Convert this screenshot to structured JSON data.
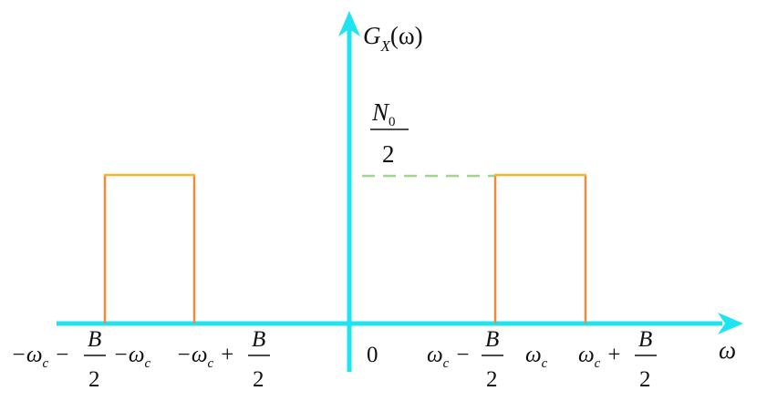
{
  "colors": {
    "axis": "#1ee3f0",
    "side": "#f08a3c",
    "top": "#f7b52a",
    "dashed": "#9fd68a"
  },
  "axis_labels": {
    "y_main": "G",
    "y_sub": "X",
    "y_arg": "(ω)",
    "x": "ω",
    "origin": "0"
  },
  "level": {
    "numerator_main": "N",
    "numerator_sub": "0",
    "denominator": "2"
  },
  "tick_labels": {
    "t1_pre": "−ω",
    "t1_sub": "c",
    "t1_op": "−",
    "t1_num": "B",
    "t1_den": "2",
    "t2_pre": "−ω",
    "t2_sub": "c",
    "t3_pre": "−ω",
    "t3_sub": "c",
    "t3_op": "+",
    "t3_num": "B",
    "t3_den": "2",
    "t4_pre": "ω",
    "t4_sub": "c",
    "t4_op": "−",
    "t4_num": "B",
    "t4_den": "2",
    "t5_pre": "ω",
    "t5_sub": "c",
    "t6_pre": "ω",
    "t6_sub": "c",
    "t6_op": "+",
    "t6_num": "B",
    "t6_den": "2"
  }
}
